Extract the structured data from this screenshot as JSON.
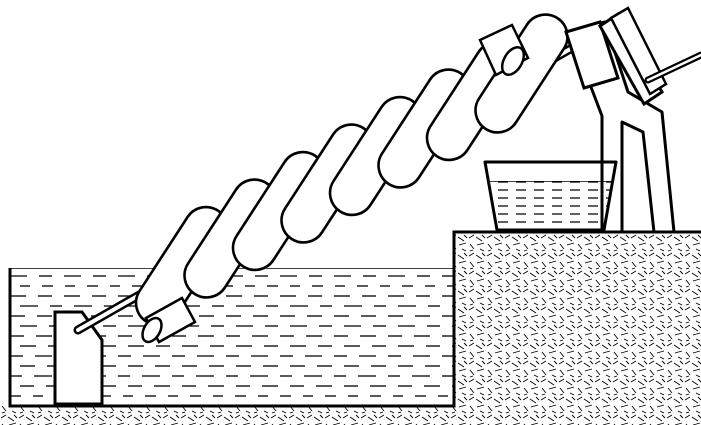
{
  "diagram": {
    "subject": "archimedes-screw-water-lift",
    "components": [
      "lower-water-reservoir",
      "helical-tube-coil",
      "central-shaft",
      "lower-support-post",
      "upper-support-frame",
      "crank-handle",
      "collection-bucket",
      "raised-ground-step"
    ],
    "coil_turns": 8,
    "colors": {
      "line": "#000000",
      "fill": "#ffffff",
      "ground_hatch": "#000000"
    }
  }
}
